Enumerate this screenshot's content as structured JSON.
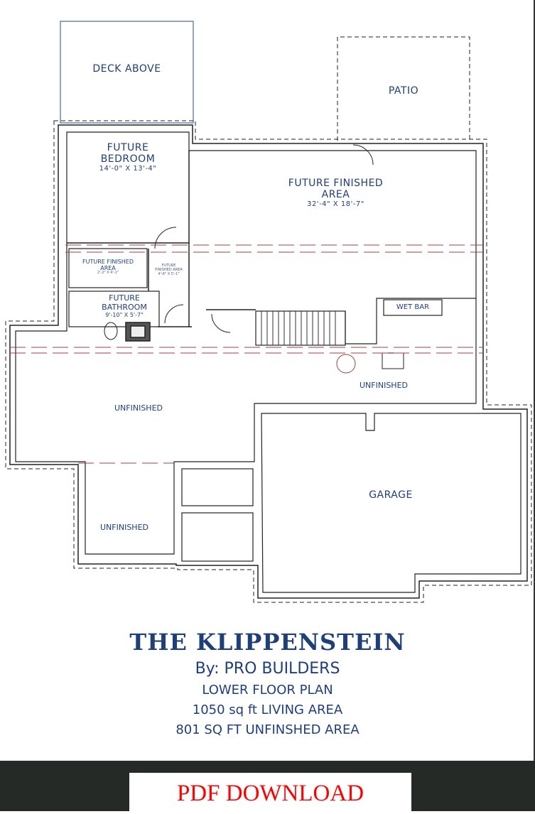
{
  "plan": {
    "deck_above": "DECK ABOVE",
    "patio": "PATIO",
    "future_bedroom": {
      "name_line1": "FUTURE",
      "name_line2": "BEDROOM",
      "dims": "14'-0\" X 13'-4\""
    },
    "future_finished_area": {
      "name_line1": "FUTURE FINISHED",
      "name_line2": "AREA",
      "dims": "32'-4\" X 18'-7\""
    },
    "small_finished_area": {
      "name_line1": "FUTURE FINISHED",
      "name_line2": "AREA",
      "dims": "2'-2\" X 4'-1\""
    },
    "closet_finished_area": {
      "name_line1": "FUTURE",
      "name_line2": "FINISHED AREA",
      "dims": "4'-6\" X 5'-1\""
    },
    "future_bathroom": {
      "name_line1": "FUTURE",
      "name_line2": "BATHROOM",
      "dims": "9'-10\" X 5'-7\""
    },
    "wet_bar": "WET BAR",
    "unfinished_right": "UNFINISHED",
    "unfinished_left": "UNFINISHED",
    "unfinished_bottom": "UNFINISHED",
    "garage": "GARAGE"
  },
  "title": {
    "name": "THE KLIPPENSTEIN",
    "builder": "By: PRO BUILDERS",
    "plan_type": "LOWER FLOOR PLAN",
    "living_area": "1050 sq ft LIVING AREA",
    "unfinished_area": "801 SQ FT UNFINSHED AREA"
  },
  "footer": {
    "download_label": "PDF DOWNLOAD"
  },
  "colors": {
    "text": "#1f3f7a",
    "band": "#252a27",
    "download_text": "#ff0000"
  }
}
